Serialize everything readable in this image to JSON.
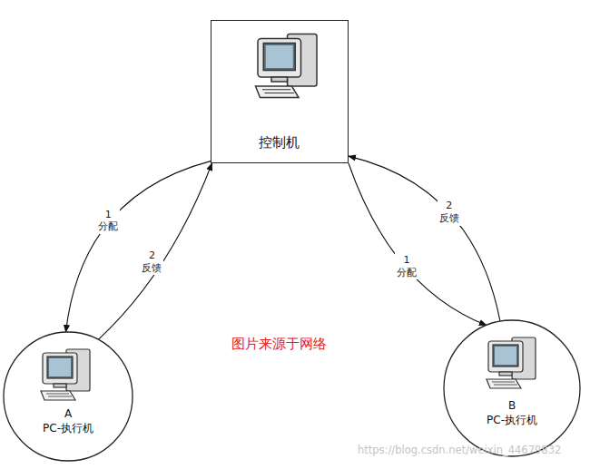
{
  "diagram": {
    "nodes": [
      {
        "text": [
          "控制机"
        ]
      },
      {
        "text": [
          "A",
          "PC-执行机"
        ]
      },
      {
        "text": [
          "B",
          "PC-执行机"
        ]
      }
    ],
    "edges": [
      {
        "from": 0,
        "to": 1,
        "arrow": "to",
        "label": "1 分配"
      },
      {
        "from": 1,
        "to": 0,
        "arrow": "to",
        "label": "2 反馈"
      },
      {
        "from": 2,
        "to": 0,
        "arrow": "to",
        "label": "2 反馈"
      },
      {
        "from": 0,
        "to": 2,
        "arrow": "to",
        "label": "1 分配"
      }
    ],
    "labels": [
      "图片来源于网络",
      "https://blog.csdn.net/weixin_44679832"
    ]
  }
}
